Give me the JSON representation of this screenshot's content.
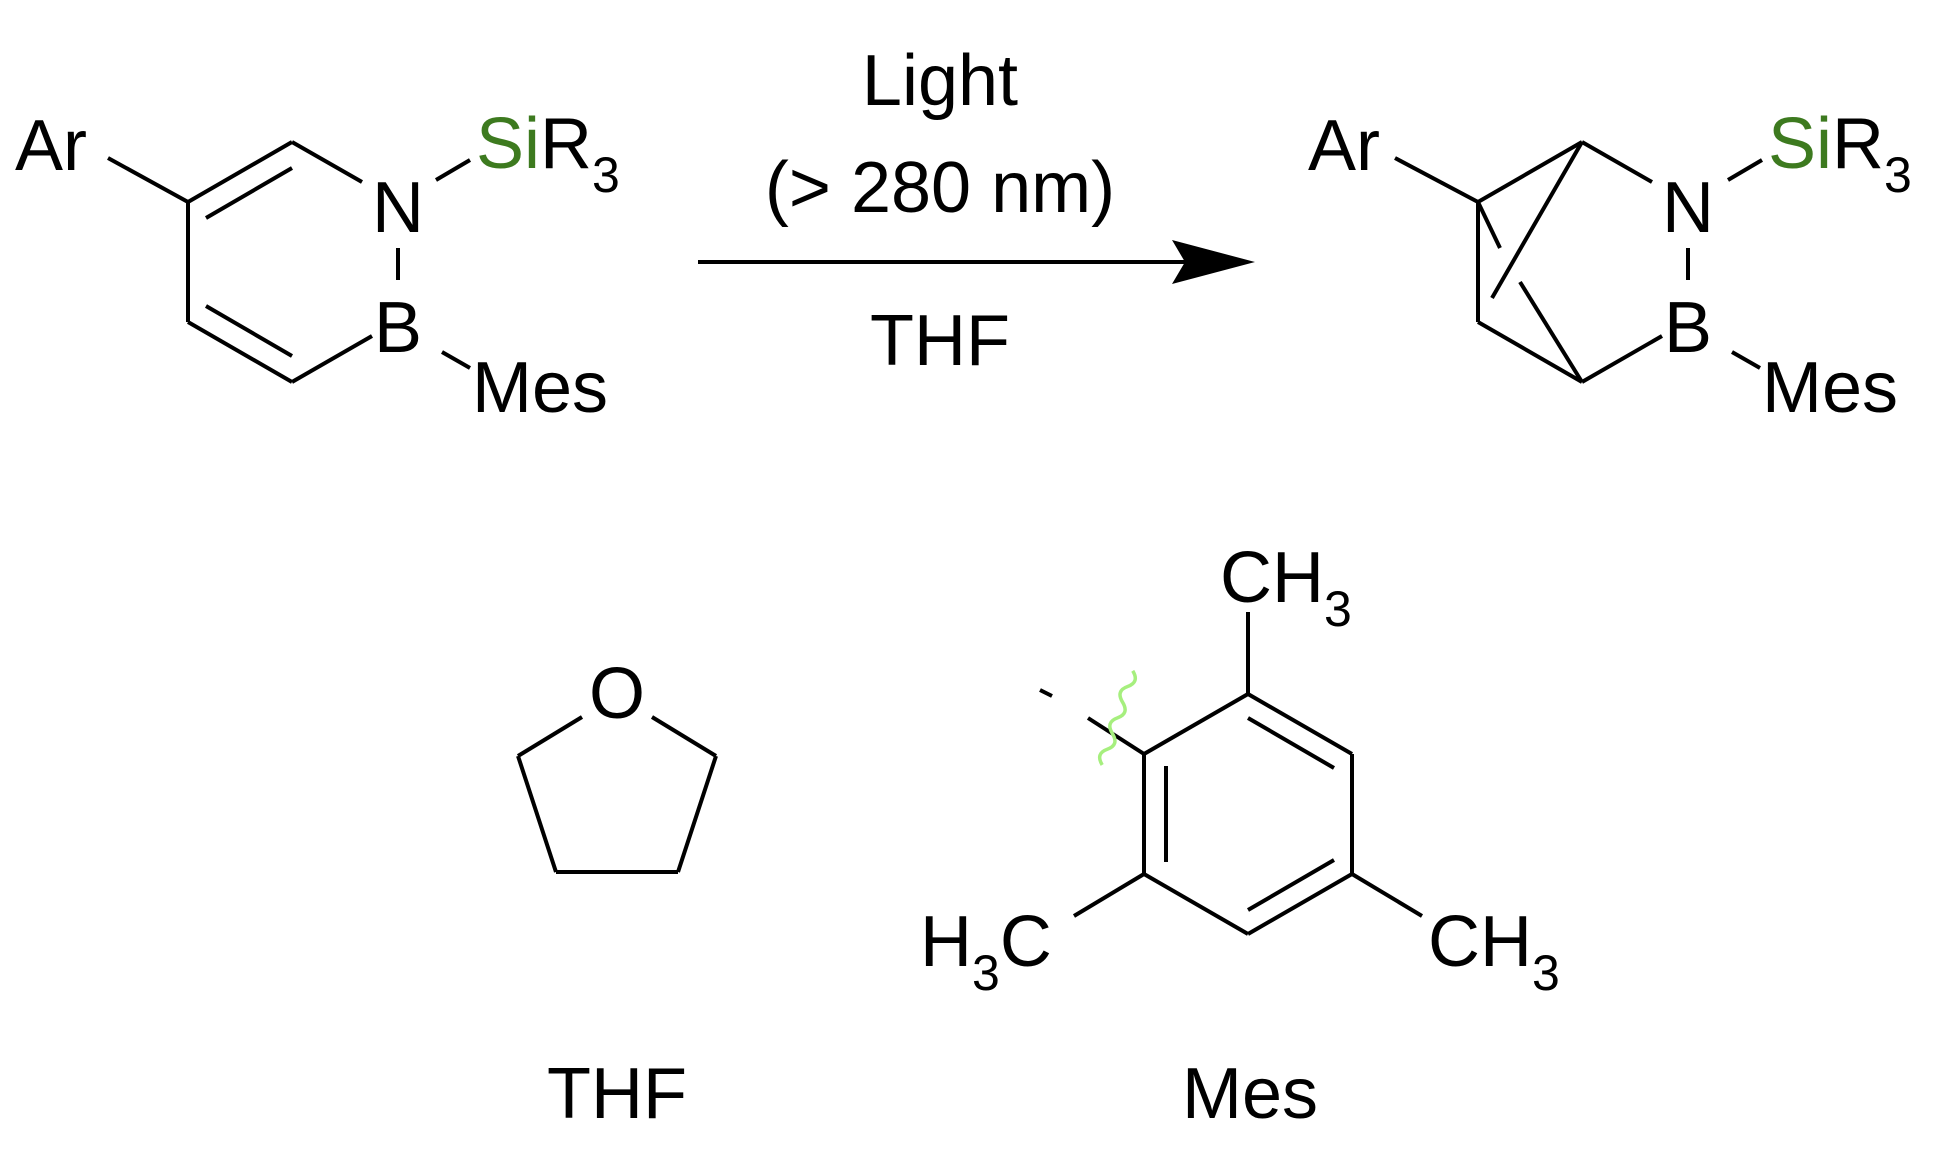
{
  "colors": {
    "nitrogen": "#2b2bf0",
    "boron": "#e046e8",
    "silicon": "#3d7a1f",
    "oxygen": "#e0250e",
    "attachment_wavy": "#a6ef7e",
    "bond": "#000000"
  },
  "reactant": {
    "aryl": "Ar",
    "nitrogen": "N",
    "boron": "B",
    "silyl_si": "Si",
    "silyl_r": "R",
    "silyl_sub": "3",
    "mesityl": "Mes"
  },
  "conditions": {
    "line1": "Light",
    "line2": "(> 280 nm)",
    "solvent": "THF"
  },
  "product": {
    "aryl": "Ar",
    "nitrogen": "N",
    "boron": "B",
    "silyl_si": "Si",
    "silyl_r": "R",
    "silyl_sub": "3",
    "mesityl": "Mes"
  },
  "thf_structure": {
    "oxygen": "O",
    "caption": "THF"
  },
  "mes_structure": {
    "top_methyl_ch": "CH",
    "top_methyl_sub": "3",
    "left_methyl_h": "H",
    "left_methyl_sub": "3",
    "left_methyl_c": "C",
    "right_methyl_ch": "CH",
    "right_methyl_sub": "3",
    "caption": "Mes"
  }
}
